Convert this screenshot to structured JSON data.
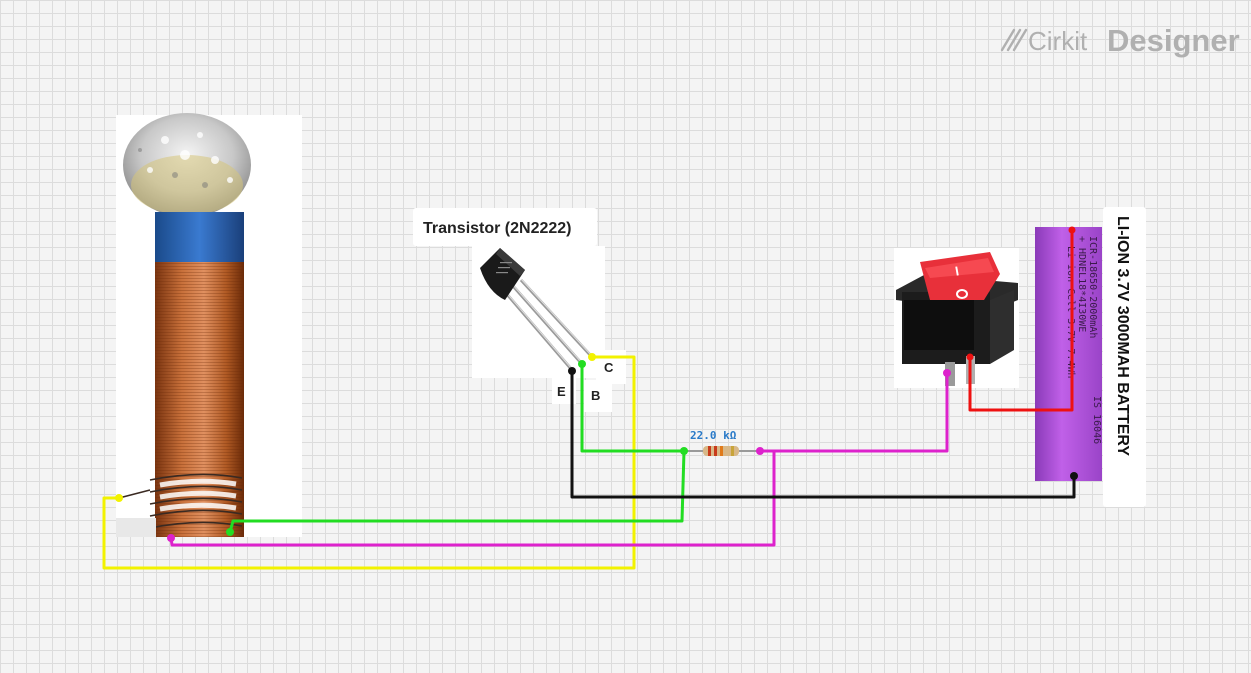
{
  "watermark": {
    "brand": "Cirkit",
    "product": "Designer"
  },
  "components": {
    "transistor": {
      "label": "Transistor (2N2222)",
      "pin_e": "E",
      "pin_b": "B",
      "pin_c": "C"
    },
    "resistor": {
      "label": "22.0 kΩ"
    },
    "battery": {
      "label": "LI-ION 3.7V 3000MAH BATTERY",
      "print_line1": "ICR-18650-2000mAh",
      "print_line2": "+ HDNEL18*4I30WE",
      "print_line3": "Li-ion Cell 3.7V 7.4Wh",
      "print_line4": "IS 16046"
    },
    "switch": {
      "symbol_on": "I",
      "symbol_off": "O"
    },
    "coil": {}
  },
  "colors": {
    "wire_yellow": "#f2f200",
    "wire_green": "#22dd22",
    "wire_magenta": "#dd22cc",
    "wire_black": "#111111",
    "wire_red": "#ee1111",
    "battery_body": "#b24fd6",
    "copper": "#b8602a",
    "switch_red": "#e8303a"
  }
}
